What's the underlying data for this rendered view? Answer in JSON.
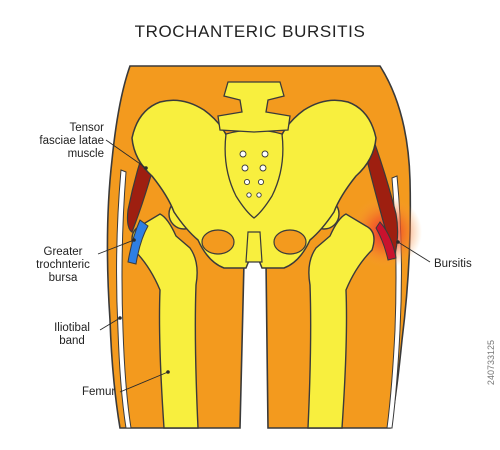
{
  "title": "TROCHANTERIC BURSITIS",
  "labels": {
    "tensor": [
      "Tensor",
      "fasciae latae",
      "muscle"
    ],
    "greater": [
      "Greater",
      "trochnteric",
      "bursa"
    ],
    "iliotibial": [
      "Iliotibal",
      "band"
    ],
    "femur": "Femur",
    "bursitis": "Bursitis"
  },
  "watermark": "240733125",
  "colors": {
    "skin": "#f39a1e",
    "bone": "#f8ef3e",
    "muscle": "#9e1f10",
    "bursa_normal": "#2f7fe3",
    "inflammation": "#f05a2a",
    "outline": "#3a3a3a"
  }
}
